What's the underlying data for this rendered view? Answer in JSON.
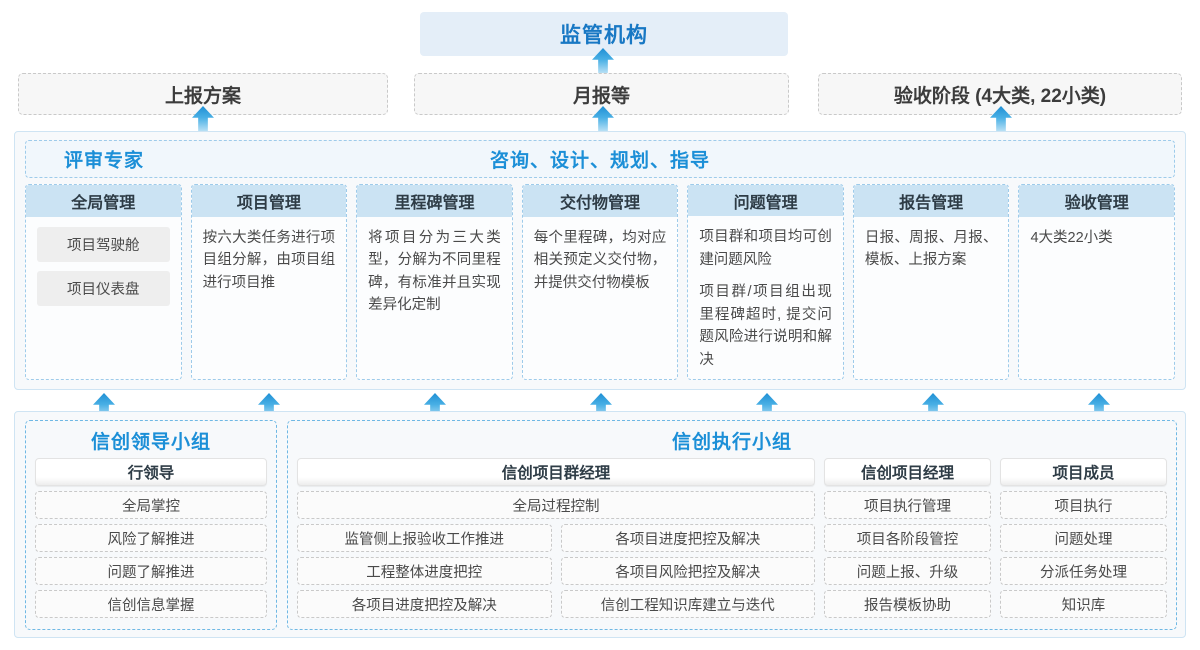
{
  "regulator": {
    "label": "监管机构"
  },
  "report_boxes": [
    {
      "label": "上报方案"
    },
    {
      "label": "月报等"
    },
    {
      "label": "验收阶段 (4大类, 22小类)"
    }
  ],
  "middle": {
    "banner_left": "评审专家",
    "banner_center": "咨询、设计、规划、指导",
    "columns": [
      {
        "title": "全局管理",
        "pills": [
          "项目驾驶舱",
          "项目仪表盘"
        ],
        "paragraphs": []
      },
      {
        "title": "项目管理",
        "pills": [],
        "paragraphs": [
          "按六大类任务进行项目组分解，由项目组进行项目推"
        ]
      },
      {
        "title": "里程碑管理",
        "pills": [],
        "paragraphs": [
          "将项目分为三大类型，分解为不同里程碑，有标准并且实现差异化定制"
        ]
      },
      {
        "title": "交付物管理",
        "pills": [],
        "paragraphs": [
          "每个里程碑，均对应相关预定义交付物，并提供交付物模板"
        ]
      },
      {
        "title": "问题管理",
        "pills": [],
        "paragraphs": [
          "项目群和项目均可创建问题风险",
          "项目群/项目组出现里程碑超时, 提交问题风险进行说明和解决"
        ]
      },
      {
        "title": "报告管理",
        "pills": [],
        "paragraphs": [
          "日报、周报、月报、模板、上报方案"
        ]
      },
      {
        "title": "验收管理",
        "pills": [],
        "paragraphs": [
          "4大类22小类"
        ]
      }
    ]
  },
  "bottom": {
    "lead_team": {
      "title": "信创领导小组",
      "role": "行领导",
      "items": [
        "全局掌控",
        "风险了解推进",
        "问题了解推进",
        "信创信息掌握"
      ]
    },
    "exec_team": {
      "title": "信创执行小组",
      "program_manager": {
        "role": "信创项目群经理",
        "full_width_item": "全局过程控制",
        "left_items": [
          "监管侧上报验收工作推进",
          "工程整体进度把控",
          "各项目进度把控及解决"
        ],
        "right_items": [
          "各项目进度把控及解决",
          "各项目风险把控及解决",
          "信创工程知识库建立与迭代"
        ]
      },
      "project_manager": {
        "role": "信创项目经理",
        "items": [
          "项目执行管理",
          "项目各阶段管控",
          "问题上报、升级",
          "报告模板协助"
        ]
      },
      "member": {
        "role": "项目成员",
        "items": [
          "项目执行",
          "问题处理",
          "分派任务处理",
          "知识库"
        ]
      }
    }
  },
  "colors": {
    "accent_blue": "#1c8fd7",
    "header_fill": "#cbe3f3",
    "regulator_fill": "#e4eef8",
    "arrow_blue": "#49b0e5"
  }
}
